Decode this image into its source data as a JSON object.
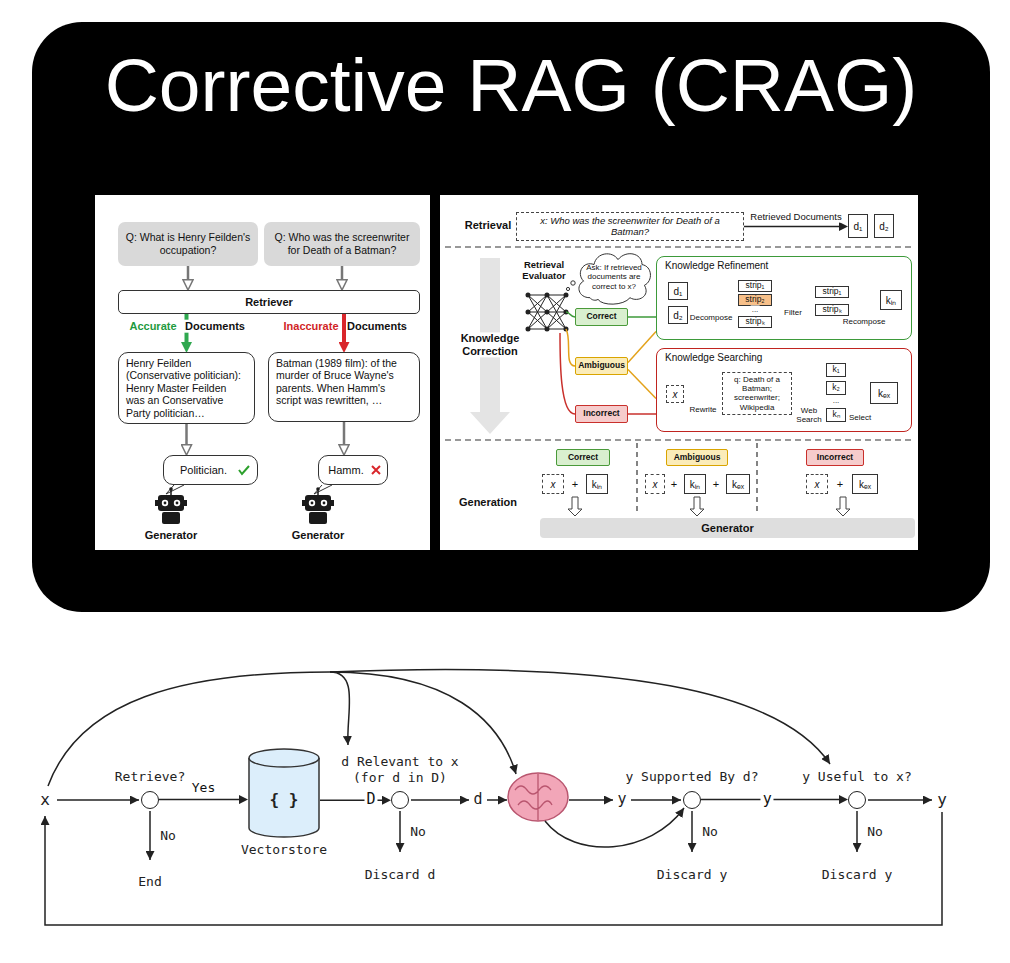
{
  "diagram": {
    "title": "Corrective RAG (CRAG)",
    "nodes": [
      {
        "text": [
          "Q: What is Henry Feilden's occupation?"
        ]
      },
      {
        "text": [
          "Q: Who was the screenwriter for Death of a Batman?"
        ]
      },
      {
        "text": [
          "Retriever"
        ]
      },
      {
        "text": [
          "Henry Feilden (Conservative politician): Henry Master Feilden was an Conservative Party politician…"
        ]
      },
      {
        "text": [
          "Batman (1989 film): of the murder of Bruce Wayne's parents. When Hamm's script was rewritten, …"
        ]
      },
      {
        "text": [
          "Politician."
        ]
      },
      {
        "text": [
          "Hamm."
        ]
      },
      {
        "text": [
          "x: Who was the screenwriter for Death of a Batman?"
        ]
      },
      {
        "text": [
          "d₁"
        ]
      },
      {
        "text": [
          "d₂"
        ]
      },
      {
        "text": [
          "Ask: If retrieved documents are correct to x?"
        ]
      },
      {
        "text": [
          "Correct"
        ]
      },
      {
        "text": [
          "Ambiguous"
        ]
      },
      {
        "text": [
          "Incorrect"
        ]
      },
      {
        "text": [
          "Knowledge Refinement"
        ]
      },
      {
        "text": [
          "d₁"
        ],
        "in": 14
      },
      {
        "text": [
          "d₂"
        ],
        "in": 14
      },
      {
        "text": [
          "strip₁"
        ],
        "in": 14
      },
      {
        "text": [
          "strip₂"
        ],
        "in": 14
      },
      {
        "text": [
          "stripₖ"
        ],
        "in": 14
      },
      {
        "text": [
          "strip₁"
        ],
        "in": 14
      },
      {
        "text": [
          "stripₖ"
        ],
        "in": 14
      },
      {
        "text": [
          "kᵢₙ"
        ],
        "in": 14
      },
      {
        "text": [
          "Knowledge Searching"
        ]
      },
      {
        "text": [
          "x"
        ],
        "in": 23
      },
      {
        "text": [
          "q: Death of a Batman; screenwriter; Wikipedia"
        ],
        "in": 23
      },
      {
        "text": [
          "k₁"
        ],
        "in": 23
      },
      {
        "text": [
          "k₂"
        ],
        "in": 23
      },
      {
        "text": [
          "kₙ"
        ],
        "in": 23
      },
      {
        "text": [
          "kₑₓ"
        ],
        "in": 23
      },
      {
        "text": [
          "Correct"
        ]
      },
      {
        "text": [
          "Ambiguous"
        ]
      },
      {
        "text": [
          "Incorrect"
        ]
      },
      {
        "text": [
          "x"
        ]
      },
      {
        "text": [
          "kᵢₙ"
        ]
      },
      {
        "text": [
          "x"
        ]
      },
      {
        "text": [
          "kᵢₙ"
        ]
      },
      {
        "text": [
          "kₑₓ"
        ]
      },
      {
        "text": [
          "x"
        ]
      },
      {
        "text": [
          "kₑₓ"
        ]
      },
      {
        "text": [
          "Generator"
        ]
      },
      {
        "text": [
          "Retrieve?"
        ]
      },
      {
        "text": [
          "{ }",
          "Vectorstore"
        ]
      },
      {
        "text": [
          "d Relevant to x (for d in D)"
        ]
      },
      {
        "text": [
          "y Supported By d?"
        ]
      },
      {
        "text": [
          "y Useful to x?"
        ]
      }
    ],
    "edges": [
      {
        "from": 0,
        "to": 2,
        "arrow": "to"
      },
      {
        "from": 1,
        "to": 2,
        "arrow": "to"
      },
      {
        "from": 2,
        "to": 3,
        "arrow": "to"
      },
      {
        "from": 2,
        "to": 4,
        "arrow": "to"
      },
      {
        "from": 3,
        "to": 5,
        "arrow": "to"
      },
      {
        "from": 4,
        "to": 6,
        "arrow": "to"
      },
      {
        "from": 7,
        "to": 8,
        "label": "Retrieved Documents",
        "arrow": "to"
      },
      {
        "from": 11,
        "to": 14,
        "arrow": "none"
      },
      {
        "from": 12,
        "to": 14,
        "arrow": "none"
      },
      {
        "from": 12,
        "to": 23,
        "arrow": "none"
      },
      {
        "from": 13,
        "to": 23,
        "arrow": "none"
      },
      {
        "from": 41,
        "to": 42,
        "label": "Yes",
        "arrow": "to"
      },
      {
        "from": 42,
        "to": 43,
        "label": "D",
        "arrow": "to"
      },
      {
        "from": 44,
        "to": 45,
        "label": "y",
        "arrow": "to"
      }
    ],
    "labels": [
      "Accurate",
      "Documents",
      "Inaccurate",
      "Documents",
      "Generator",
      "Generator",
      "Retrieval",
      "Retrieval Evaluator",
      "Knowledge Correction",
      "Decompose",
      "...",
      "Filter",
      "Recompose",
      "Rewrite",
      "Web Search",
      "...",
      "Select",
      "Generation",
      "+",
      "+",
      "+",
      "+",
      "x",
      "No",
      "End",
      "No",
      "Discard d",
      "d",
      "y",
      "No",
      "Discard y",
      "No",
      "Discard y",
      "y"
    ]
  }
}
